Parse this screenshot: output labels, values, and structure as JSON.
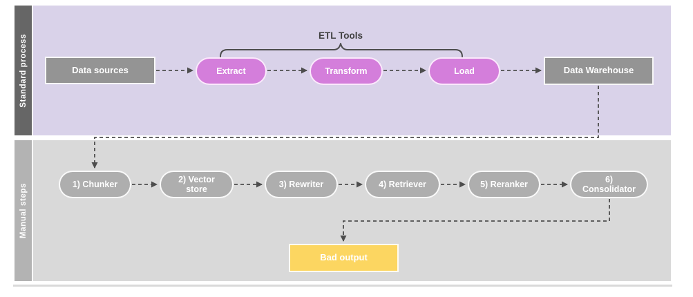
{
  "lanes": [
    {
      "label": "Standard process"
    },
    {
      "label": "Manual steps"
    }
  ],
  "bracket": {
    "label": "ETL Tools"
  },
  "nodes": {
    "data_sources": {
      "label": "Data sources"
    },
    "extract": {
      "label": "Extract"
    },
    "transform": {
      "label": "Transform"
    },
    "load": {
      "label": "Load"
    },
    "data_warehouse": {
      "label": "Data Warehouse"
    },
    "chunker": {
      "label": "1) Chunker"
    },
    "vector_store": {
      "label": "2) Vector\nstore"
    },
    "rewriter": {
      "label": "3) Rewriter"
    },
    "retriever": {
      "label": "4) Retriever"
    },
    "reranker": {
      "label": "5) Reranker"
    },
    "consolidator": {
      "label": "6)\nConsolidator"
    },
    "bad_output": {
      "label": "Bad output"
    }
  },
  "colors": {
    "lane_top_bar": "#666666",
    "lane_top_body": "#d9d2e9",
    "lane_bottom_bar": "#b3b3b3",
    "lane_bottom_body": "#d9d9d9",
    "gray_box": "#949494",
    "gray_pill": "#aeaeae",
    "magenta_pill": "#d47edb",
    "yellow_box": "#fcd661",
    "connector": "#4d4d4d",
    "bracket_text": "#404040",
    "node_text": "#ffffff"
  }
}
